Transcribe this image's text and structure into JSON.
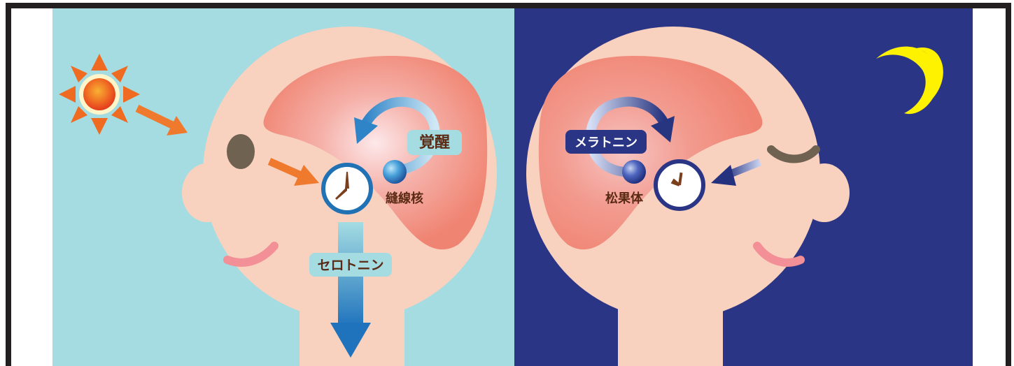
{
  "labels": {
    "wake": "覚醒",
    "raphe": "縫線核",
    "serotonin": "セロトニン",
    "melatonin": "メラトニン",
    "pineal": "松果体"
  },
  "colors": {
    "day_bg": "#a4dce2",
    "night_bg": "#2b3585",
    "skin": "#f9d1bf",
    "brain": "#f08472",
    "sun": "#f06b22",
    "sun_core": "#e94e1b",
    "moon": "#fff200",
    "day_arrow": "#ef7a2d",
    "clock_ring_day": "#2072b4",
    "clock_ring_night": "#2b3585",
    "clock_hands": "#7b3f1e",
    "serotonin_arrow": "#2a86c8",
    "label_text": "#5a2a14",
    "cheek": "#f39097",
    "eye": "#6f6251"
  },
  "icons": {
    "sun": "sun-icon",
    "moon": "moon-icon",
    "clock_day": "clock-icon",
    "clock_night": "clock-icon",
    "eye_open": "eye-icon",
    "eye_closed": "closed-eye-icon"
  }
}
